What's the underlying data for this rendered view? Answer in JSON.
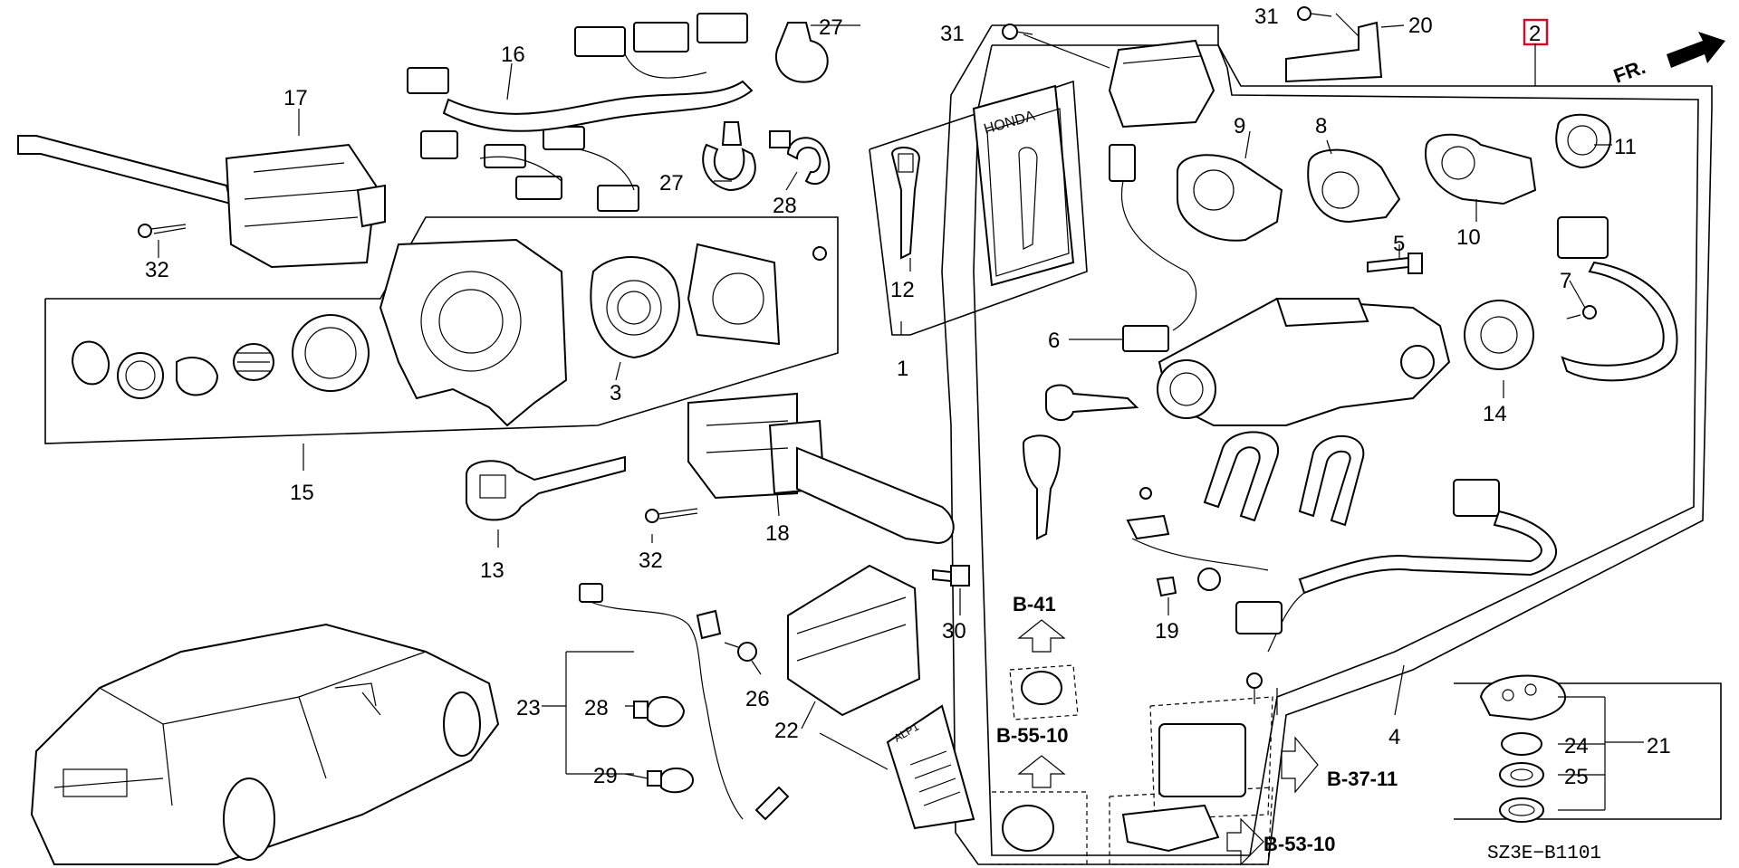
{
  "diagram": {
    "callouts": {
      "c1": "1",
      "c2": "2",
      "c3": "3",
      "c4": "4",
      "c5": "5",
      "c6": "6",
      "c7": "7",
      "c8": "8",
      "c9": "9",
      "c10": "10",
      "c11": "11",
      "c12": "12",
      "c13": "13",
      "c14": "14",
      "c15": "15",
      "c16": "16",
      "c17": "17",
      "c18": "18",
      "c19": "19",
      "c20": "20",
      "c21": "21",
      "c22": "22",
      "c23": "23",
      "c24": "24",
      "c25": "25",
      "c26": "26",
      "c27a": "27",
      "c27b": "27",
      "c28a": "28",
      "c28b": "28",
      "c29": "29",
      "c30": "30",
      "c31a": "31",
      "c31b": "31",
      "c32a": "32",
      "c32b": "32"
    },
    "references": {
      "r1": "B-41",
      "r2": "B-55-10",
      "r3": "B-37-11",
      "r4": "B-53-10"
    },
    "direction_label": "FR.",
    "brand_label": "HONDA",
    "doc_label": "ALP1",
    "diagram_code": "SZ3E−B1101",
    "colors": {
      "ink": "#000000",
      "highlight_box": "#c8102e",
      "paper": "#ffffff"
    }
  }
}
